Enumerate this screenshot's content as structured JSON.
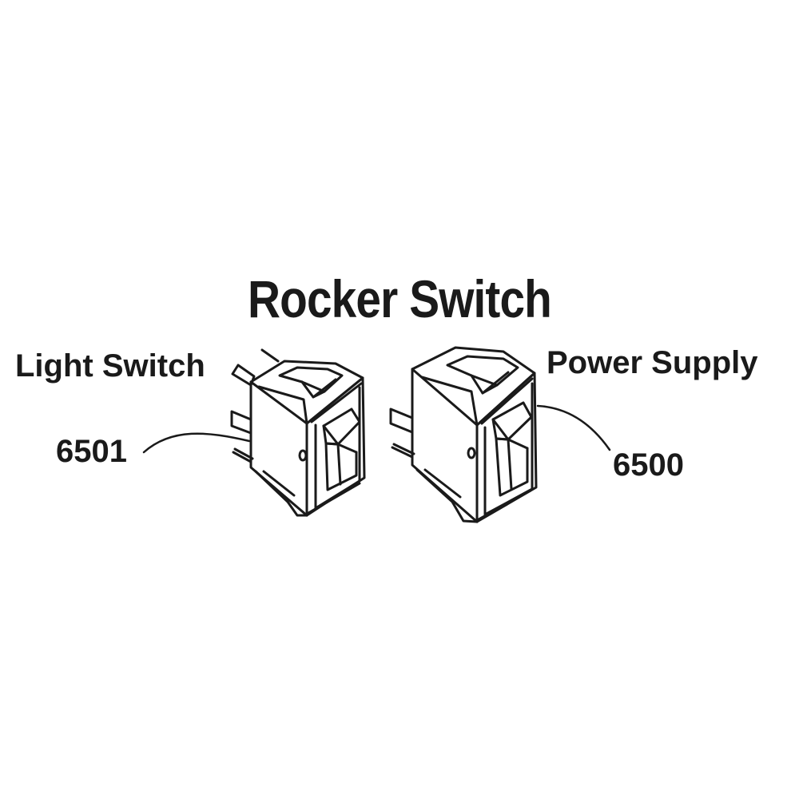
{
  "diagram": {
    "title": "Rocker Switch",
    "colors": {
      "ink": "#1a1a1a",
      "background": "#ffffff"
    },
    "parts": [
      {
        "name": "Light Switch",
        "part_number": "6501",
        "position": "left"
      },
      {
        "name": "Power Supply",
        "part_number": "6500",
        "position": "right"
      }
    ]
  }
}
